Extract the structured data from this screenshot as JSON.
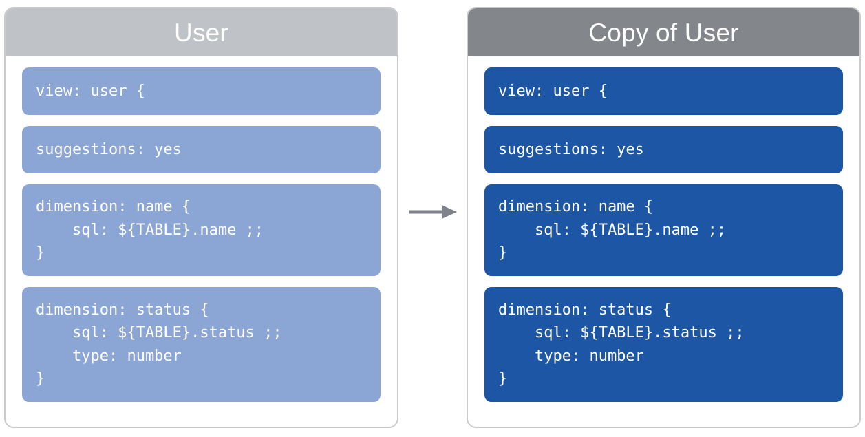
{
  "diagram": {
    "kind": "copy-view-diagram",
    "arrow": {
      "name": "flow-arrow",
      "direction": "right",
      "color": "#7d828b"
    },
    "colors": {
      "left_header_bg": "#bfc3c7",
      "right_header_bg": "#83878b",
      "left_block_bg": "#8ba6d4",
      "right_block_bg": "#1c56a5",
      "panel_border": "#c9cbcd",
      "panel_bg": "#ffffff",
      "block_text": "#ffffff",
      "header_text": "#ffffff"
    }
  },
  "panels": [
    {
      "id": "source",
      "title": "User",
      "blocks": [
        {
          "id": "view-declaration",
          "lines": 1,
          "code": "view: user {"
        },
        {
          "id": "suggestions-param",
          "lines": 1,
          "code": "suggestions: yes"
        },
        {
          "id": "dimension-name",
          "lines": 3,
          "code": "dimension: name {\n    sql: ${TABLE}.name ;;\n}"
        },
        {
          "id": "dimension-status",
          "lines": 4,
          "code": "dimension: status {\n    sql: ${TABLE}.status ;;\n    type: number\n}"
        }
      ]
    },
    {
      "id": "copy",
      "title": "Copy of User",
      "blocks": [
        {
          "id": "view-declaration",
          "lines": 1,
          "code": "view: user {"
        },
        {
          "id": "suggestions-param",
          "lines": 1,
          "code": "suggestions: yes"
        },
        {
          "id": "dimension-name",
          "lines": 3,
          "code": "dimension: name {\n    sql: ${TABLE}.name ;;\n}"
        },
        {
          "id": "dimension-status",
          "lines": 4,
          "code": "dimension: status {\n    sql: ${TABLE}.status ;;\n    type: number\n}"
        }
      ]
    }
  ]
}
